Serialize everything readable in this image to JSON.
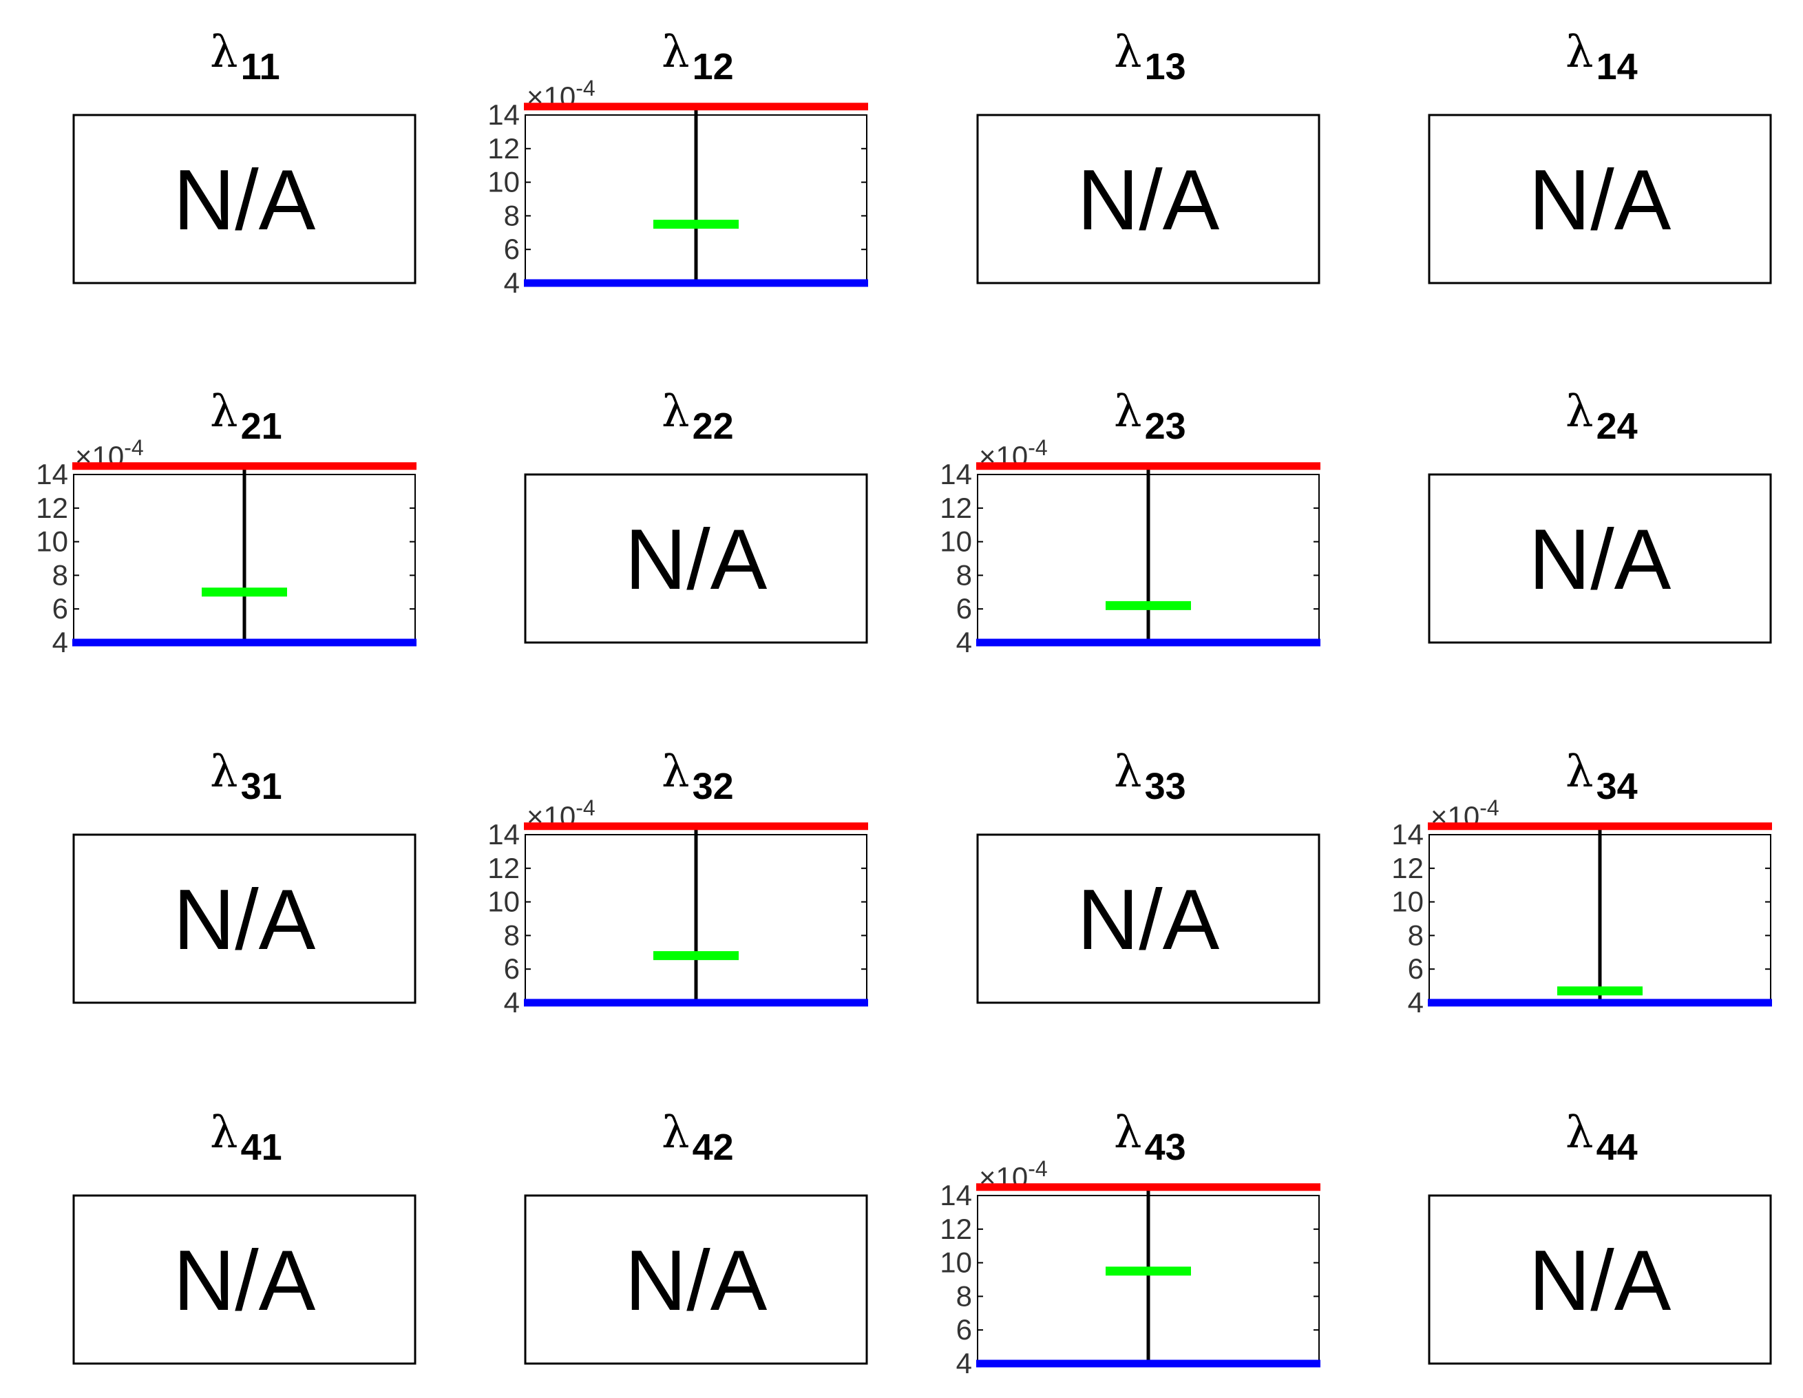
{
  "chart_data": [
    {
      "title_symbol": "λ",
      "title_sub": "11",
      "na": true,
      "na_text": "N/A"
    },
    {
      "title_symbol": "λ",
      "title_sub": "12",
      "na": false,
      "type": "bar",
      "exponent_base": "×10",
      "exponent_power": "-4",
      "ylim": [
        4,
        14
      ],
      "yticks": [
        "4",
        "6",
        "8",
        "10",
        "12",
        "14"
      ],
      "upper": 14.5,
      "lower": 4,
      "value": 7.5,
      "colors": {
        "upper": "#ff0000",
        "lower": "#0000ff",
        "value": "#00ff00",
        "stem": "#000000"
      }
    },
    {
      "title_symbol": "λ",
      "title_sub": "13",
      "na": true,
      "na_text": "N/A"
    },
    {
      "title_symbol": "λ",
      "title_sub": "14",
      "na": true,
      "na_text": "N/A"
    },
    {
      "title_symbol": "λ",
      "title_sub": "21",
      "na": false,
      "type": "bar",
      "exponent_base": "×10",
      "exponent_power": "-4",
      "ylim": [
        4,
        14
      ],
      "yticks": [
        "4",
        "6",
        "8",
        "10",
        "12",
        "14"
      ],
      "upper": 14.5,
      "lower": 4,
      "value": 7,
      "colors": {
        "upper": "#ff0000",
        "lower": "#0000ff",
        "value": "#00ff00",
        "stem": "#000000"
      }
    },
    {
      "title_symbol": "λ",
      "title_sub": "22",
      "na": true,
      "na_text": "N/A"
    },
    {
      "title_symbol": "λ",
      "title_sub": "23",
      "na": false,
      "type": "bar",
      "exponent_base": "×10",
      "exponent_power": "-4",
      "ylim": [
        4,
        14
      ],
      "yticks": [
        "4",
        "6",
        "8",
        "10",
        "12",
        "14"
      ],
      "upper": 14.5,
      "lower": 4,
      "value": 6.2,
      "colors": {
        "upper": "#ff0000",
        "lower": "#0000ff",
        "value": "#00ff00",
        "stem": "#000000"
      }
    },
    {
      "title_symbol": "λ",
      "title_sub": "24",
      "na": true,
      "na_text": "N/A"
    },
    {
      "title_symbol": "λ",
      "title_sub": "31",
      "na": true,
      "na_text": "N/A"
    },
    {
      "title_symbol": "λ",
      "title_sub": "32",
      "na": false,
      "type": "bar",
      "exponent_base": "×10",
      "exponent_power": "-4",
      "ylim": [
        4,
        14
      ],
      "yticks": [
        "4",
        "6",
        "8",
        "10",
        "12",
        "14"
      ],
      "upper": 14.5,
      "lower": 4,
      "value": 6.8,
      "colors": {
        "upper": "#ff0000",
        "lower": "#0000ff",
        "value": "#00ff00",
        "stem": "#000000"
      }
    },
    {
      "title_symbol": "λ",
      "title_sub": "33",
      "na": true,
      "na_text": "N/A"
    },
    {
      "title_symbol": "λ",
      "title_sub": "34",
      "na": false,
      "type": "bar",
      "exponent_base": "×10",
      "exponent_power": "-4",
      "ylim": [
        4,
        14
      ],
      "yticks": [
        "4",
        "6",
        "8",
        "10",
        "12",
        "14"
      ],
      "upper": 14.5,
      "lower": 4,
      "value": 4.7,
      "colors": {
        "upper": "#ff0000",
        "lower": "#0000ff",
        "value": "#00ff00",
        "stem": "#000000"
      }
    },
    {
      "title_symbol": "λ",
      "title_sub": "41",
      "na": true,
      "na_text": "N/A"
    },
    {
      "title_symbol": "λ",
      "title_sub": "42",
      "na": true,
      "na_text": "N/A"
    },
    {
      "title_symbol": "λ",
      "title_sub": "43",
      "na": false,
      "type": "bar",
      "exponent_base": "×10",
      "exponent_power": "-4",
      "ylim": [
        4,
        14
      ],
      "yticks": [
        "4",
        "6",
        "8",
        "10",
        "12",
        "14"
      ],
      "upper": 14.5,
      "lower": 4,
      "value": 9.5,
      "colors": {
        "upper": "#ff0000",
        "lower": "#0000ff",
        "value": "#00ff00",
        "stem": "#000000"
      }
    },
    {
      "title_symbol": "λ",
      "title_sub": "44",
      "na": true,
      "na_text": "N/A"
    }
  ]
}
